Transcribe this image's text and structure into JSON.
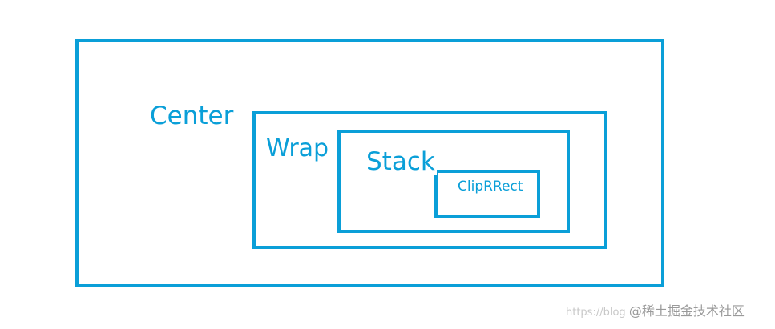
{
  "colors": {
    "stroke": "#0a9fd8",
    "label": "#0a9fd8",
    "background": "#ffffff",
    "watermark": "#c8c8c8"
  },
  "diagram": {
    "boxes": [
      {
        "id": "center",
        "label": "Center"
      },
      {
        "id": "wrap",
        "label": "Wrap"
      },
      {
        "id": "stack",
        "label": "Stack"
      },
      {
        "id": "cliprrect",
        "label": "ClipRRect"
      }
    ]
  },
  "watermark": {
    "url": "https://blog",
    "brand": "@稀土掘金技术社区"
  }
}
